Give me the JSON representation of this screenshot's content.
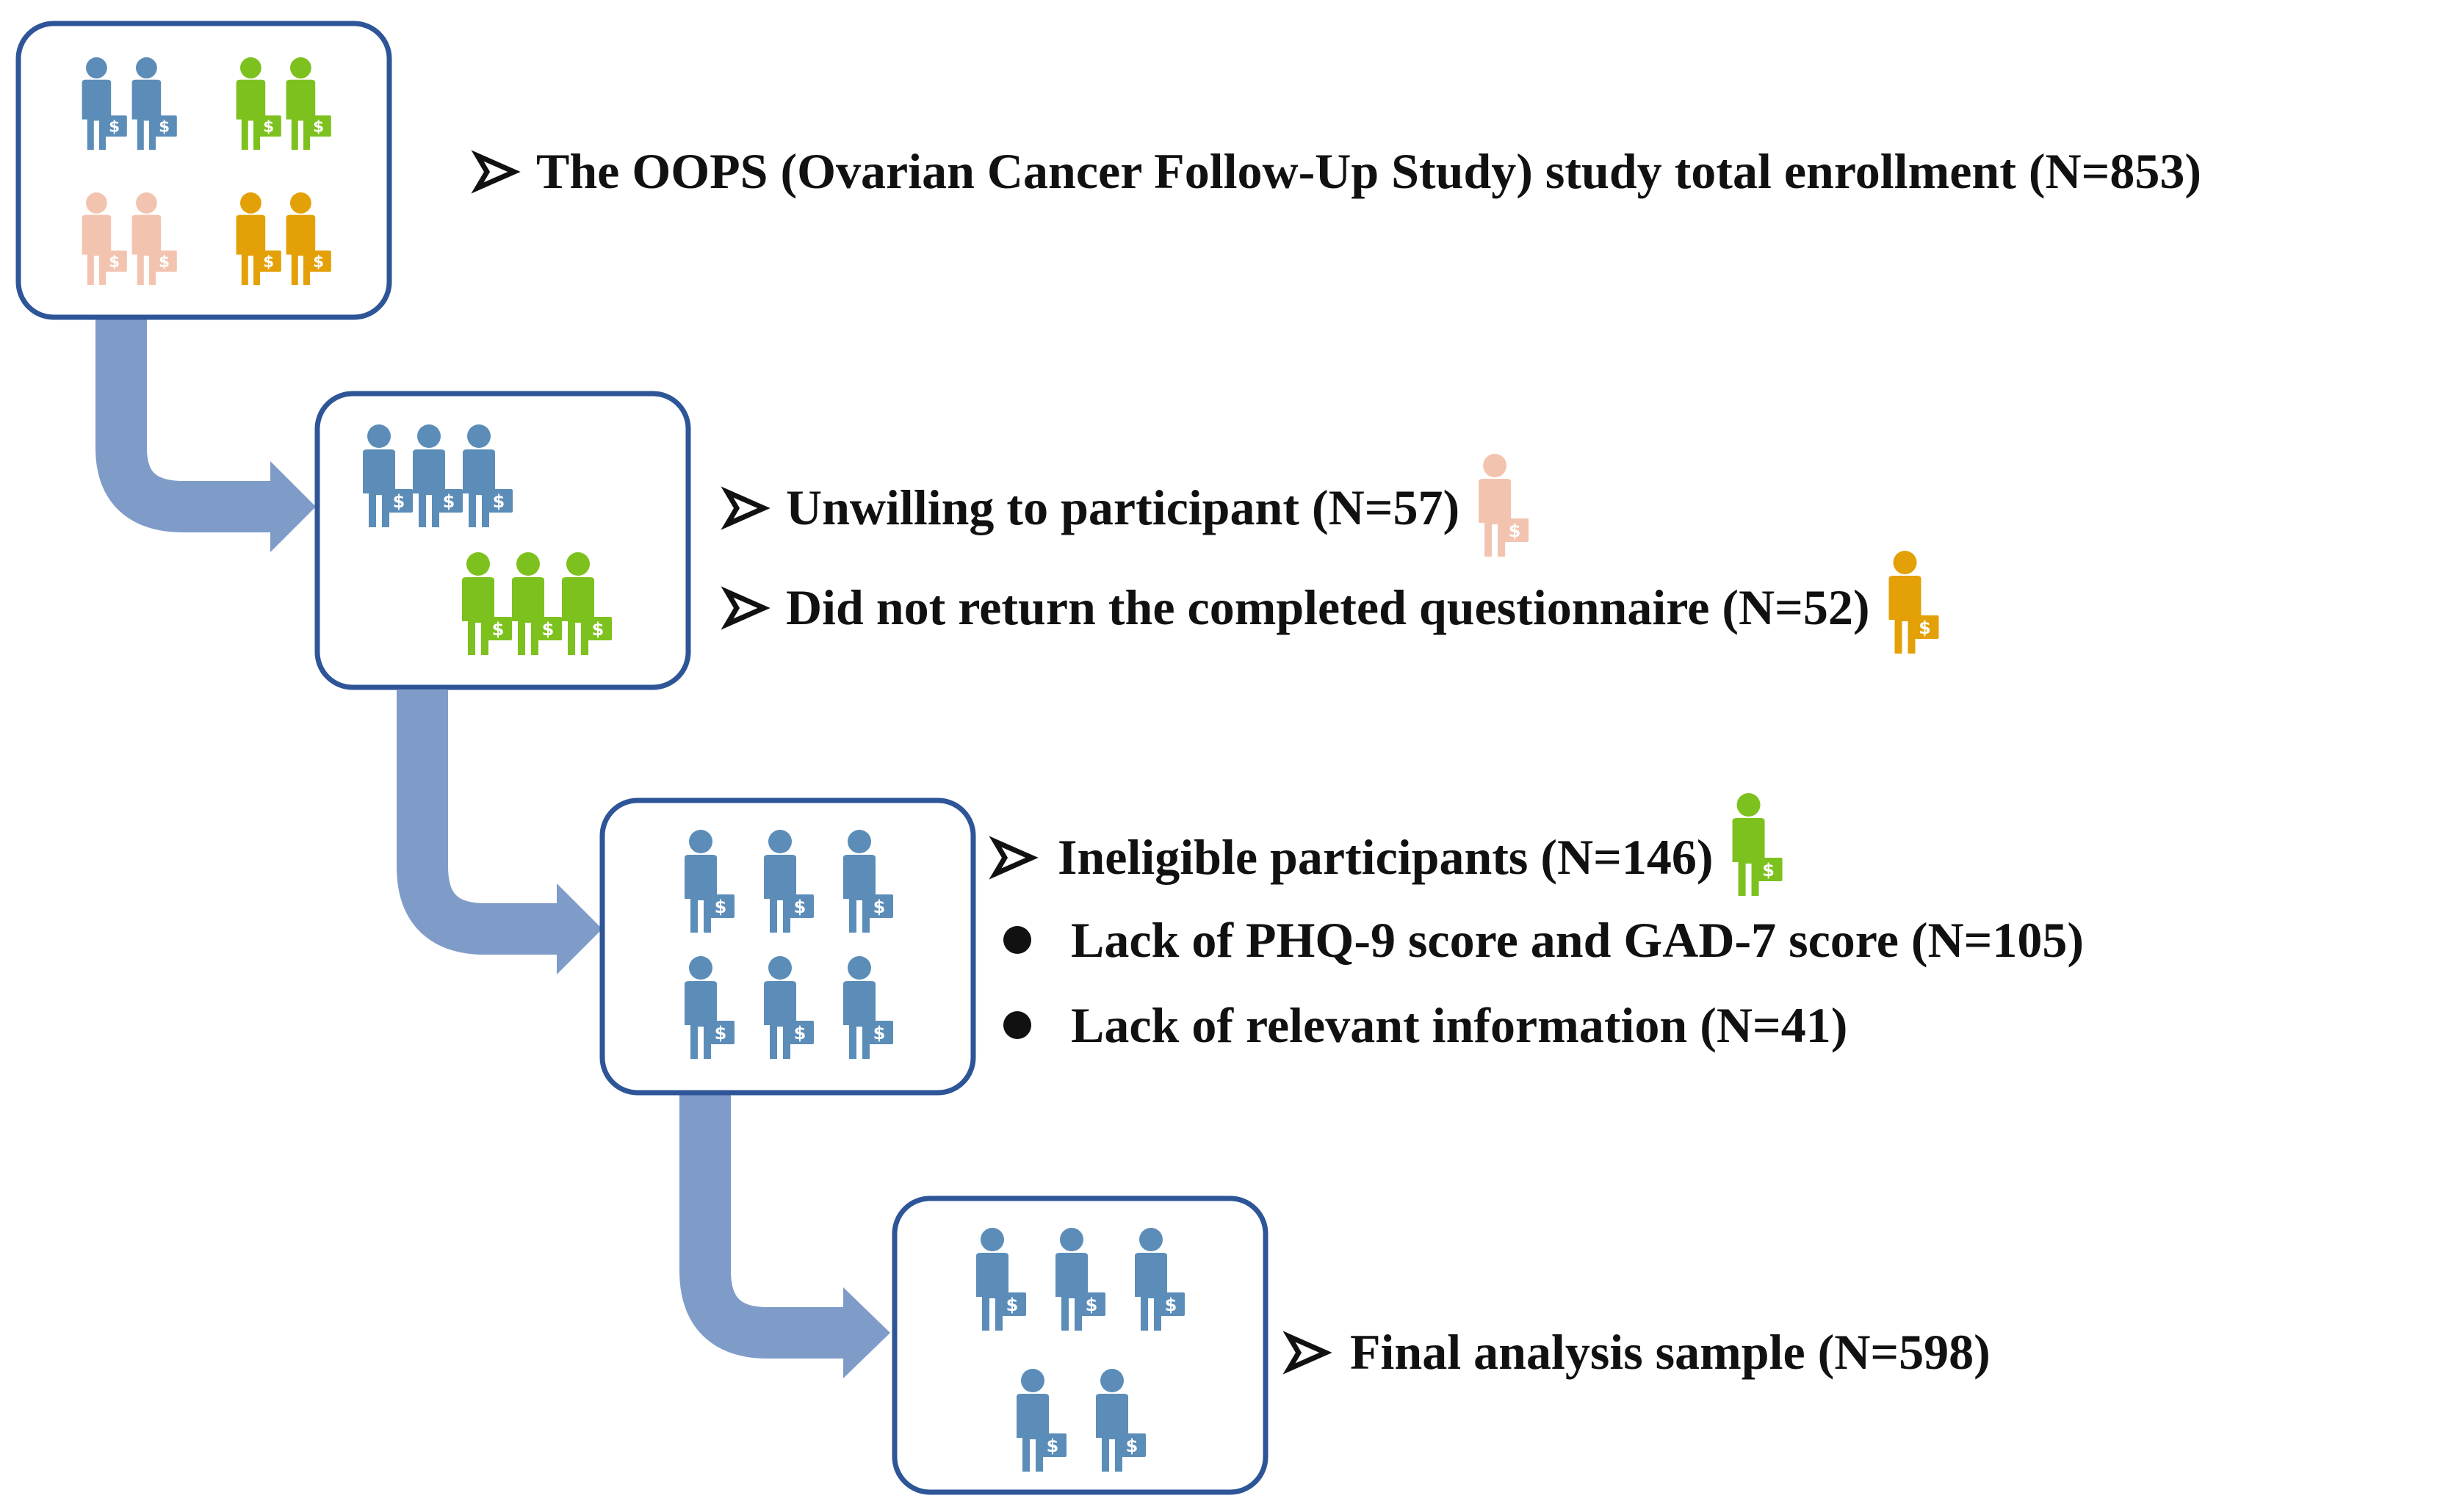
{
  "colors": {
    "box_border": "#2E5597",
    "arrow": "#7F9CC9",
    "person_blue": "#5B8DB8",
    "person_green": "#7DC11E",
    "person_pink": "#F2C4B0",
    "person_orange": "#E3A007",
    "text": "#111111"
  },
  "icons": {
    "bullet_arrow": "arrow-bullet-icon",
    "bullet_dot": "dot-bullet-icon",
    "person": "person-with-dollar-card-icon"
  },
  "steps": [
    {
      "groups": [
        "blue",
        "green",
        "pink",
        "orange"
      ],
      "items": [
        {
          "bullet": "arrow",
          "text": "The OOPS (Ovarian Cancer Follow-Up Study) study total enrollment (N=853)"
        }
      ]
    },
    {
      "groups": [
        "blue",
        "green"
      ],
      "items": [
        {
          "bullet": "arrow",
          "text": "Unwilling to participant (N=57)",
          "icon_color": "pink"
        },
        {
          "bullet": "arrow",
          "text": "Did not return the completed questionnaire (N=52)",
          "icon_color": "orange"
        }
      ]
    },
    {
      "groups": [
        "blue"
      ],
      "items": [
        {
          "bullet": "arrow",
          "text": "Ineligible participants (N=146)",
          "icon_color": "green"
        },
        {
          "bullet": "dot",
          "text": "Lack of PHQ-9 score and GAD-7 score (N=105)"
        },
        {
          "bullet": "dot",
          "text": "Lack of relevant information (N=41)"
        }
      ]
    },
    {
      "groups": [
        "blue"
      ],
      "items": [
        {
          "bullet": "arrow",
          "text": "Final analysis sample (N=598)"
        }
      ]
    }
  ]
}
